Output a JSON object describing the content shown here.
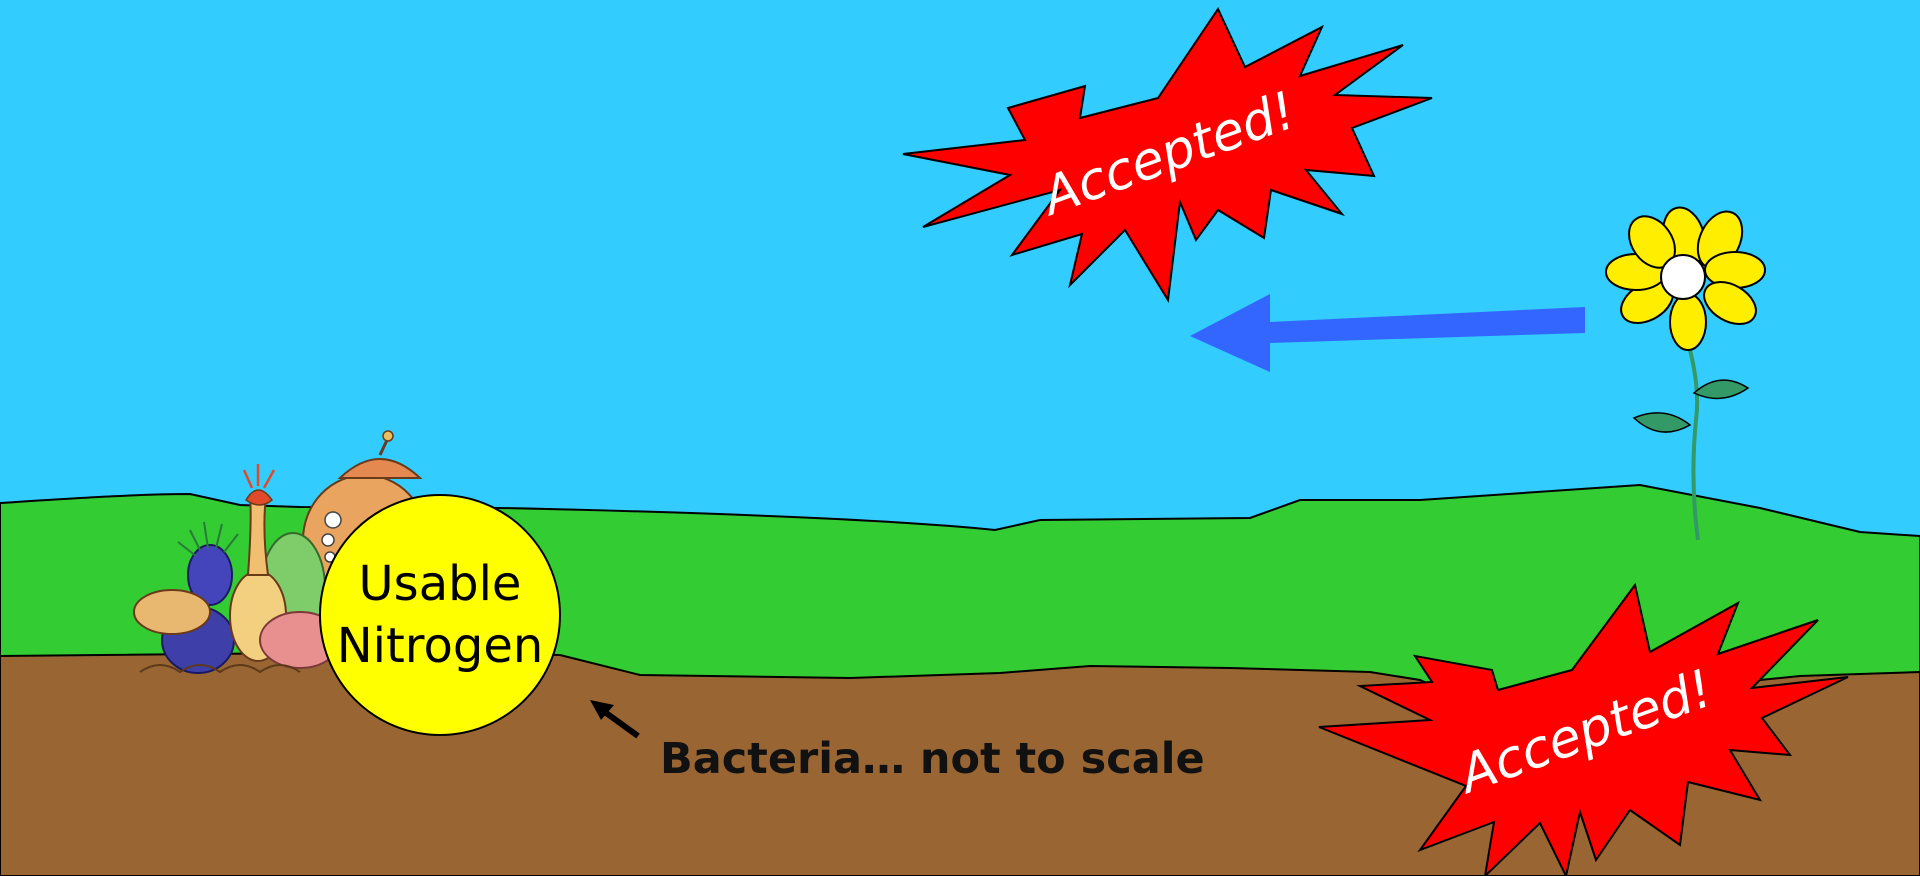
{
  "colors": {
    "sky": "#33CCFF",
    "grass": "#33CC33",
    "soil": "#996633",
    "starburst": "#FF0000",
    "nitrogen_circle": "#FFFF00",
    "arrow": "#3366FF",
    "petals": "#FFEE00",
    "stem": "#339966",
    "leaf": "#339966"
  },
  "starburst_top": {
    "label": "Accepted!"
  },
  "starburst_bottom": {
    "label": "Accepted!"
  },
  "nitrogen": {
    "line1": "Usable",
    "line2": "Nitrogen"
  },
  "caption": {
    "text": "Bacteria… not to scale"
  },
  "icons": [
    "flower-icon",
    "bacteria-cluster-icon",
    "blue-arrow-icon",
    "pointer-arrow-icon"
  ]
}
